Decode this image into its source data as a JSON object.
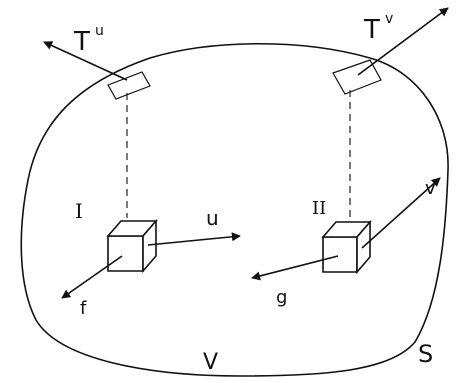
{
  "labels": {
    "surface_traction_u": "T",
    "surface_traction_u_sup": "u",
    "surface_traction_v": "T",
    "surface_traction_v_sup": "v",
    "element_I": "I",
    "element_II": "II",
    "vector_u": "u",
    "vector_f": "f",
    "vector_g": "g",
    "vector_v": "v",
    "volume": "V",
    "surface": "S"
  }
}
